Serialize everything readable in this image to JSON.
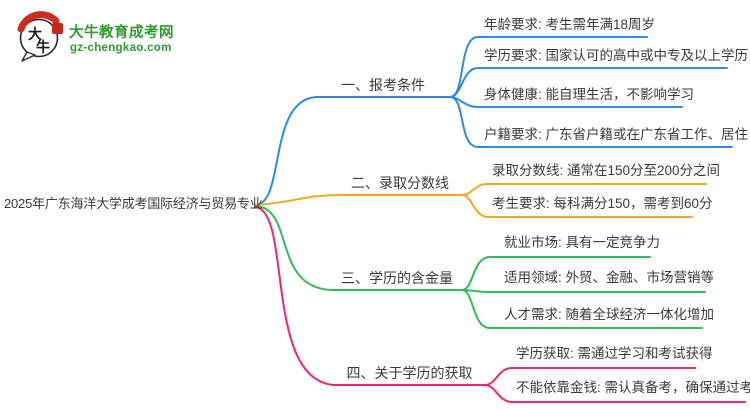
{
  "logo": {
    "badge_char_1": "大",
    "badge_char_2": "牛",
    "site_name": "大牛教育成考网",
    "site_domain": "gz-chengkao.com"
  },
  "root": {
    "label": "2025年广东海洋大学成考国际经济与贸易专业"
  },
  "branches": [
    {
      "label": "一、报考条件",
      "color": "#2b8ce6",
      "children": [
        "年龄要求: 考生需年满18周岁",
        "学历要求: 国家认可的高中或中专及以上学历",
        "身体健康: 能自理生活，不影响学习",
        "户籍要求: 广东省户籍或在广东省工作、居住"
      ]
    },
    {
      "label": "二、录取分数线",
      "color": "#f5a623",
      "children": [
        "录取分数线: 通常在150分至200分之间",
        "考生要求: 每科满分150，需考到60分"
      ]
    },
    {
      "label": "三、学历的含金量",
      "color": "#2ebd59",
      "children": [
        "就业市场: 具有一定竞争力",
        "适用领域: 外贸、金融、市场营销等",
        "人才需求: 随着全球经济一体化增加"
      ]
    },
    {
      "label": "四、关于学历的获取",
      "color": "#f1247c",
      "children": [
        "学历获取: 需通过学习和考试获得",
        "不能依靠金钱: 需认真备考，确保通过考试,"
      ]
    }
  ],
  "colors": {
    "text": "#3a3a3a",
    "logo_green": "#2f9a32",
    "logo_red": "#cf2a20",
    "branch_blue": "#2b8ce6",
    "branch_orange": "#f5a623",
    "branch_green": "#2ebd59",
    "branch_pink": "#f1247c"
  }
}
